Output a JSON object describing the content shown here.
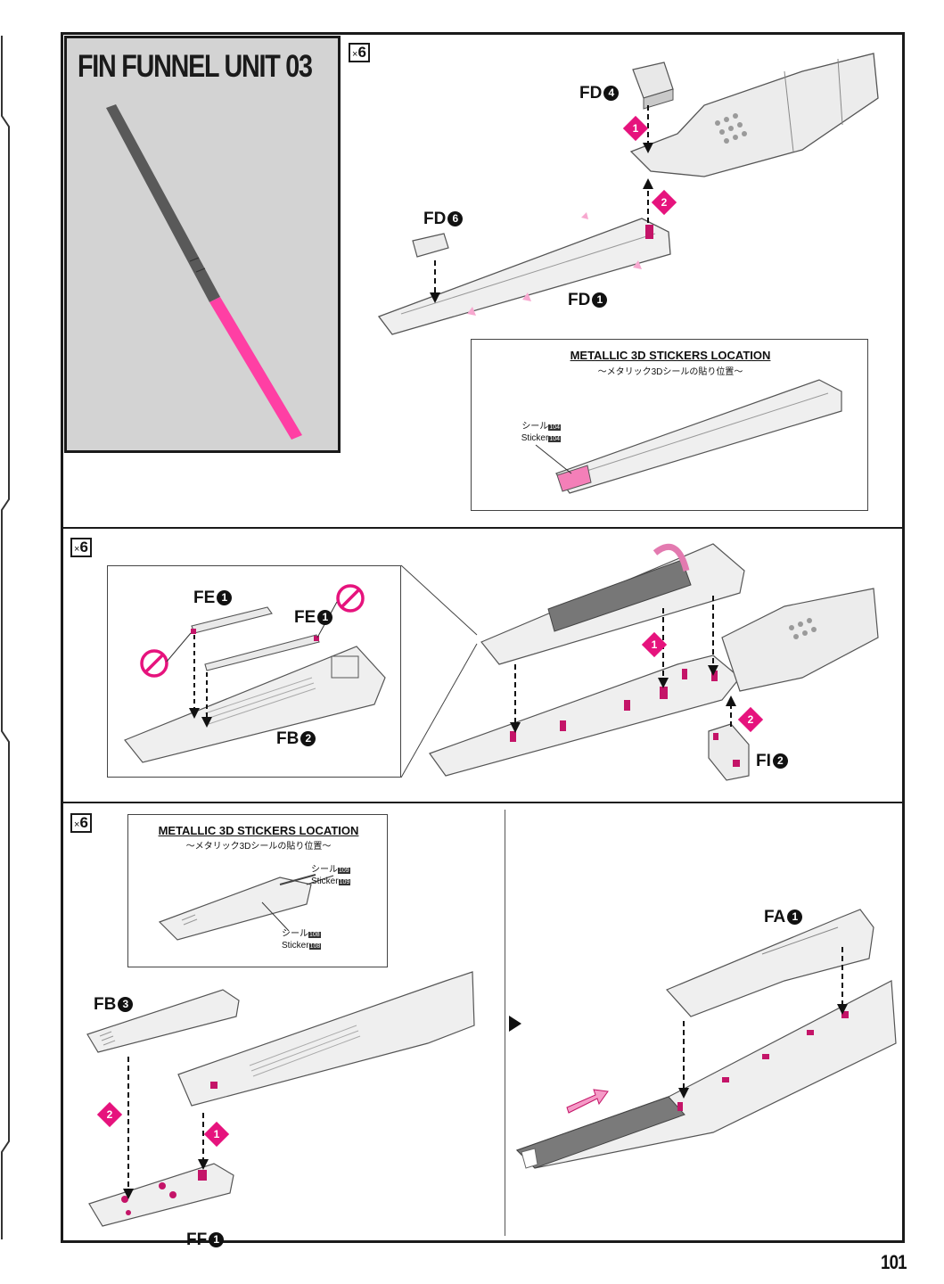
{
  "page": {
    "number": "101"
  },
  "unit_title": "FIN FUNNEL UNIT 03",
  "multiplier": {
    "x": "×",
    "count": "6"
  },
  "colors": {
    "accent_pink": "#e6137d",
    "part_gray": "#595959",
    "panel_gray": "#d3d3d3",
    "frame": "#1a1a1a"
  },
  "section1": {
    "labels": {
      "fd4": "FD",
      "fd4_num": "4",
      "fd6": "FD",
      "fd6_num": "6",
      "fd1": "FD",
      "fd1_num": "1"
    },
    "steps": [
      "1",
      "2"
    ],
    "sticker_location": {
      "title": "METALLIC 3D STICKERS LOCATION",
      "subtitle": "〜メタリック3Dシールの貼り位置〜",
      "seal_jp": "シール",
      "seal_en": "Sticker",
      "seal_no": "104"
    }
  },
  "section2": {
    "labels": {
      "fe_left": "FE",
      "fe_left_num": "1",
      "fe_right": "FE",
      "fe_right_num": "1",
      "fb2": "FB",
      "fb2_num": "2",
      "fi2": "FI",
      "fi2_num": "2"
    },
    "steps": [
      "1",
      "2"
    ]
  },
  "section3": {
    "labels": {
      "fb3": "FB",
      "fb3_num": "3",
      "ff1": "FF",
      "ff1_num": "1",
      "fa1": "FA",
      "fa1_num": "1"
    },
    "steps": [
      "2",
      "1"
    ],
    "sticker_location": {
      "title": "METALLIC 3D STICKERS LOCATION",
      "subtitle": "〜メタリック3Dシールの貼り位置〜",
      "seal_a_jp": "シール",
      "seal_a_en": "Sticker",
      "seal_a_no": "109",
      "seal_b_jp": "シール",
      "seal_b_en": "Sticker",
      "seal_b_no": "108"
    }
  }
}
